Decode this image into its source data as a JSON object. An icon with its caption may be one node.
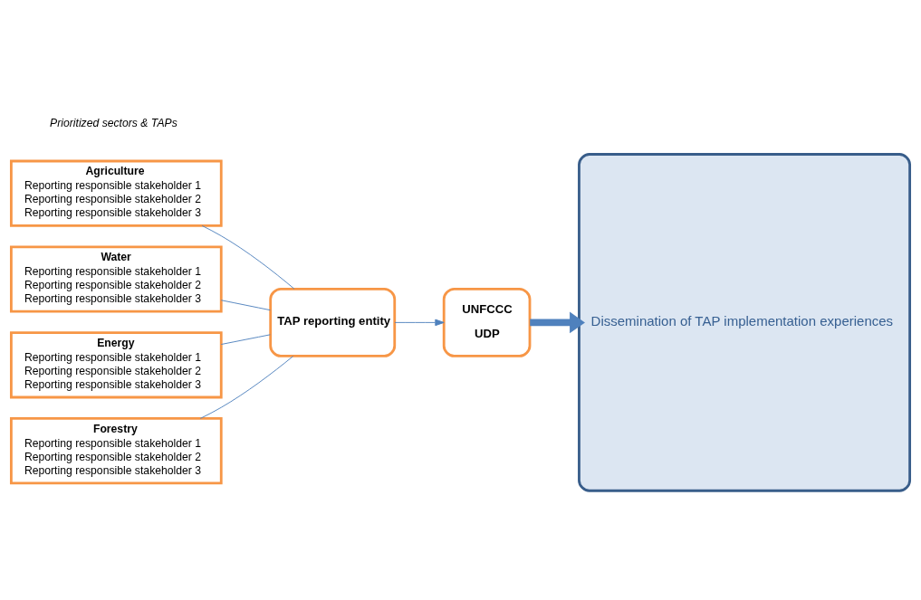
{
  "diagram": {
    "nodes": [
      {
        "text": [
          "Agriculture",
          "Reporting responsible stakeholder 1",
          "Reporting responsible stakeholder 2",
          "Reporting responsible stakeholder 3"
        ]
      },
      {
        "text": [
          "Water",
          "Reporting responsible stakeholder 1",
          "Reporting responsible stakeholder 2",
          "Reporting responsible stakeholder 3"
        ]
      },
      {
        "text": [
          "Energy",
          "Reporting responsible stakeholder 1",
          "Reporting responsible stakeholder 2",
          "Reporting responsible stakeholder 3"
        ]
      },
      {
        "text": [
          "Forestry",
          "Reporting responsible stakeholder 1",
          "Reporting responsible stakeholder 2",
          "Reporting responsible stakeholder 3"
        ]
      },
      {
        "text": [
          "TAP reporting entity"
        ]
      },
      {
        "text": [
          "UNFCCC",
          "UDP"
        ]
      },
      {
        "text": [
          "Dissemination of TAP implementation experiences"
        ]
      }
    ],
    "edges": [
      {
        "from": 0,
        "to": 4,
        "arrow": "none"
      },
      {
        "from": 1,
        "to": 4,
        "arrow": "none"
      },
      {
        "from": 2,
        "to": 4,
        "arrow": "none"
      },
      {
        "from": 3,
        "to": 4,
        "arrow": "none"
      },
      {
        "from": 4,
        "to": 5,
        "arrow": "to"
      },
      {
        "from": 5,
        "to": 6,
        "arrow": "to",
        "style": "thick",
        "color": "#4f81bd"
      }
    ],
    "labels": [
      "Prioritized sectors & TAPs"
    ]
  }
}
